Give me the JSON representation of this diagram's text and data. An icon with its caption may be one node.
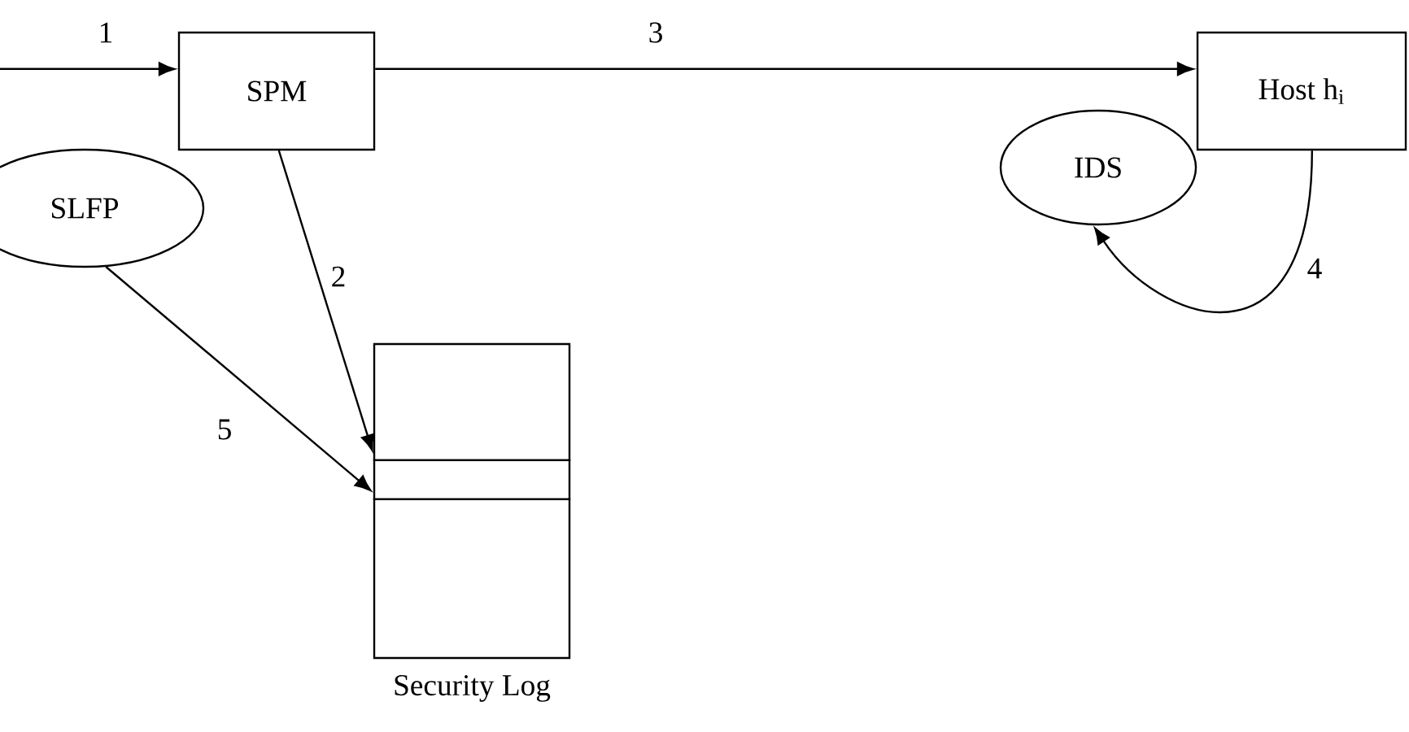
{
  "diagram": {
    "nodes": [
      {
        "text": [
          "SPM"
        ]
      },
      {
        "text": [
          "Host h$_{i}$"
        ]
      },
      {
        "text": [
          "SLFP"
        ]
      },
      {
        "text": [
          "IDS"
        ]
      },
      {
        "text": [
          "Security Log"
        ]
      }
    ],
    "edges": [
      {
        "from": null,
        "to": 0,
        "arrow": "to",
        "label": "1"
      },
      {
        "from": 0,
        "to": 1,
        "arrow": "to",
        "label": "3"
      },
      {
        "from": 0,
        "to": 4,
        "arrow": "to",
        "label": "2"
      },
      {
        "from": 1,
        "to": 3,
        "arrow": "to",
        "label": "4"
      },
      {
        "from": 2,
        "to": 4,
        "arrow": "to",
        "label": "5"
      }
    ]
  }
}
